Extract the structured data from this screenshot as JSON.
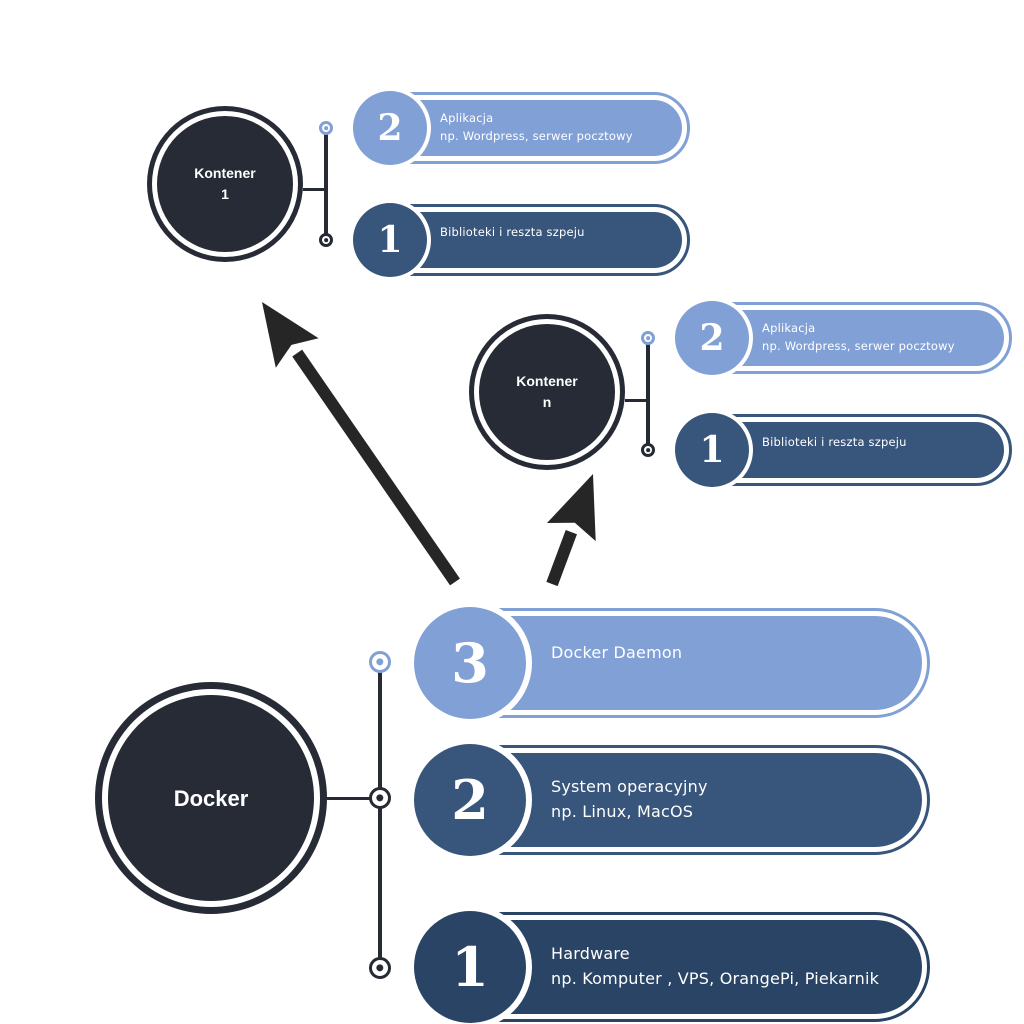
{
  "colors": {
    "hub": "#262b36",
    "light": "#81a0d6",
    "mid": "#38557b",
    "dark": "#2a4466",
    "connector": "#262a33",
    "arrow": "#262626"
  },
  "docker": {
    "label": "Docker",
    "layers": [
      {
        "number": "3",
        "lines": [
          "Docker Daemon"
        ],
        "tone": "light"
      },
      {
        "number": "2",
        "lines": [
          "System operacyjny",
          "np. Linux, MacOS"
        ],
        "tone": "mid"
      },
      {
        "number": "1",
        "lines": [
          "Hardware",
          "np. Komputer , VPS, OrangePi, Piekarnik"
        ],
        "tone": "dark"
      }
    ]
  },
  "containers": [
    {
      "label_lines": [
        "Kontener",
        "1"
      ],
      "layers": [
        {
          "number": "2",
          "lines": [
            "Aplikacja",
            "np. Wordpress, serwer pocztowy"
          ],
          "tone": "light"
        },
        {
          "number": "1",
          "lines": [
            "Biblioteki i reszta szpeju"
          ],
          "tone": "mid"
        }
      ]
    },
    {
      "label_lines": [
        "Kontener",
        "n"
      ],
      "layers": [
        {
          "number": "2",
          "lines": [
            "Aplikacja",
            "np. Wordpress, serwer pocztowy"
          ],
          "tone": "light"
        },
        {
          "number": "1",
          "lines": [
            "Biblioteki i reszta szpeju"
          ],
          "tone": "mid"
        }
      ]
    }
  ],
  "arrows": [
    {
      "from": "docker",
      "to": "container-1"
    },
    {
      "from": "docker",
      "to": "container-n"
    }
  ]
}
